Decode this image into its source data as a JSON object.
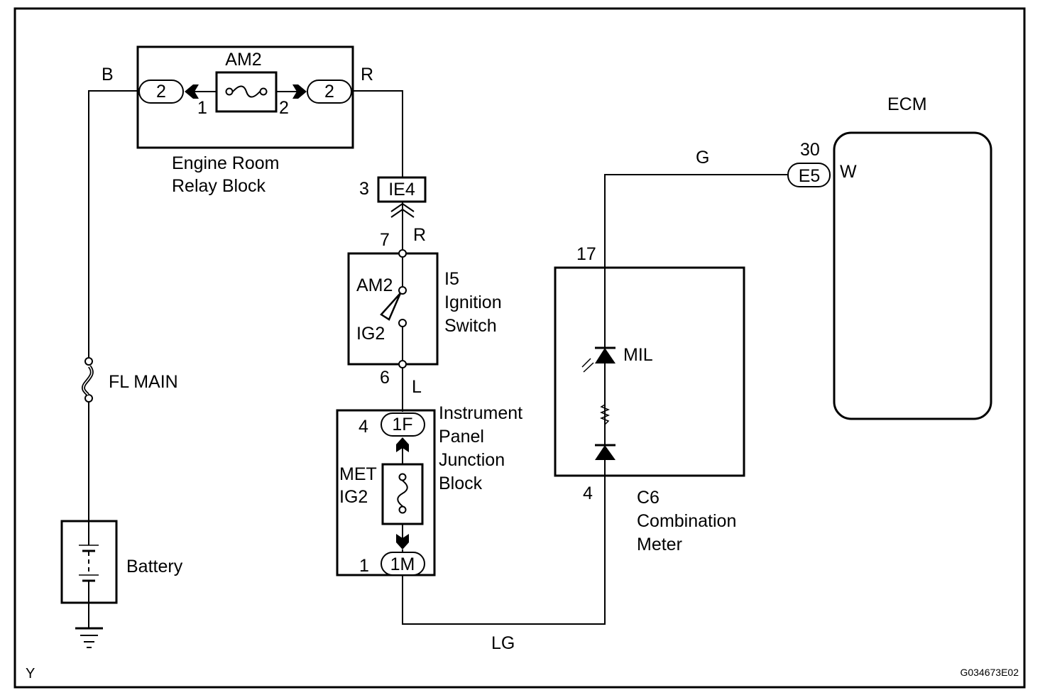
{
  "diagram": {
    "drawing_id": "G034673E02",
    "corner_mark": "Y",
    "colors": {
      "line": "#000000",
      "background": "#ffffff"
    },
    "components": {
      "relay_block": {
        "name_line1": "Engine Room",
        "name_line2": "Relay Block",
        "fuse_label": "AM2",
        "left_connector": "2",
        "right_connector": "2",
        "fuse_pin_left": "1",
        "fuse_pin_right": "2"
      },
      "fl_main": {
        "label": "FL MAIN"
      },
      "battery": {
        "label": "Battery"
      },
      "connector_ie4": {
        "label": "IE4",
        "pin": "3"
      },
      "ignition_switch": {
        "code": "I5",
        "name_line1": "Ignition",
        "name_line2": "Switch",
        "contact_top": "AM2",
        "contact_bottom": "IG2",
        "pin_top": "7",
        "pin_bottom": "6"
      },
      "junction_block": {
        "name_line1": "Instrument",
        "name_line2": "Panel",
        "name_line3": "Junction",
        "name_line4": "Block",
        "fuse_line1": "MET",
        "fuse_line2": "IG2",
        "top_connector": "1F",
        "top_pin": "4",
        "bottom_connector": "1M",
        "bottom_pin": "1"
      },
      "combination_meter": {
        "code": "C6",
        "name_line1": "Combination",
        "name_line2": "Meter",
        "lamp_label": "MIL",
        "pin_top": "17",
        "pin_bottom": "4"
      },
      "ecm": {
        "label": "ECM",
        "connector": "E5",
        "pin": "30",
        "pin_wire_color": "W"
      }
    },
    "wire_colors": {
      "battery_to_relay": "B",
      "relay_to_ie4": "R",
      "ie4_to_switch": "R",
      "switch_to_junction": "L",
      "junction_to_meter": "LG",
      "meter_to_ecm": "G"
    }
  }
}
